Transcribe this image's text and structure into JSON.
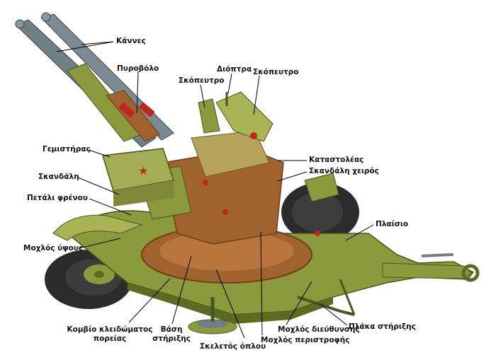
{
  "labels": {
    "barrels": "Κάννες",
    "cannon": "Πυροβόλο",
    "diopter": "Διόπτρα",
    "sight_left": "Σκόπευτρο",
    "sight_right": "Σκόπευτρο",
    "magazine": "Γεμιστήρας",
    "recoil": "Καταστολέας",
    "hand_trigger": "Σκανδάλη χειρός",
    "trigger": "Σκανδάλη",
    "brake_pedal": "Πετάλι φρένου",
    "frame": "Πλαίσιο",
    "elevation_lever": "Μοχλός ύψους",
    "travel_lock_line1": "Κομβίο κλειδώματος",
    "travel_lock_line2": "πορείας",
    "mount_base_line1": "Βάση",
    "mount_base_line2": "στήριξης",
    "weapon_frame": "Σκελετός όπλου",
    "steering_lever": "Μοχλός διεύθυνσης",
    "rotation_lever": "Μοχλός περιστροφής",
    "support_plate": "Πλάκα στήριξης"
  },
  "colors": {
    "olive": "#8a9a3c",
    "olive_dark": "#5d6b22",
    "olive_light": "#b5c16a",
    "brown": "#a0622e",
    "brown_dark": "#6e3e18",
    "tire": "#2b2b2b",
    "steel": "#6f7f86",
    "red": "#c0271b",
    "leader": "#000000"
  }
}
